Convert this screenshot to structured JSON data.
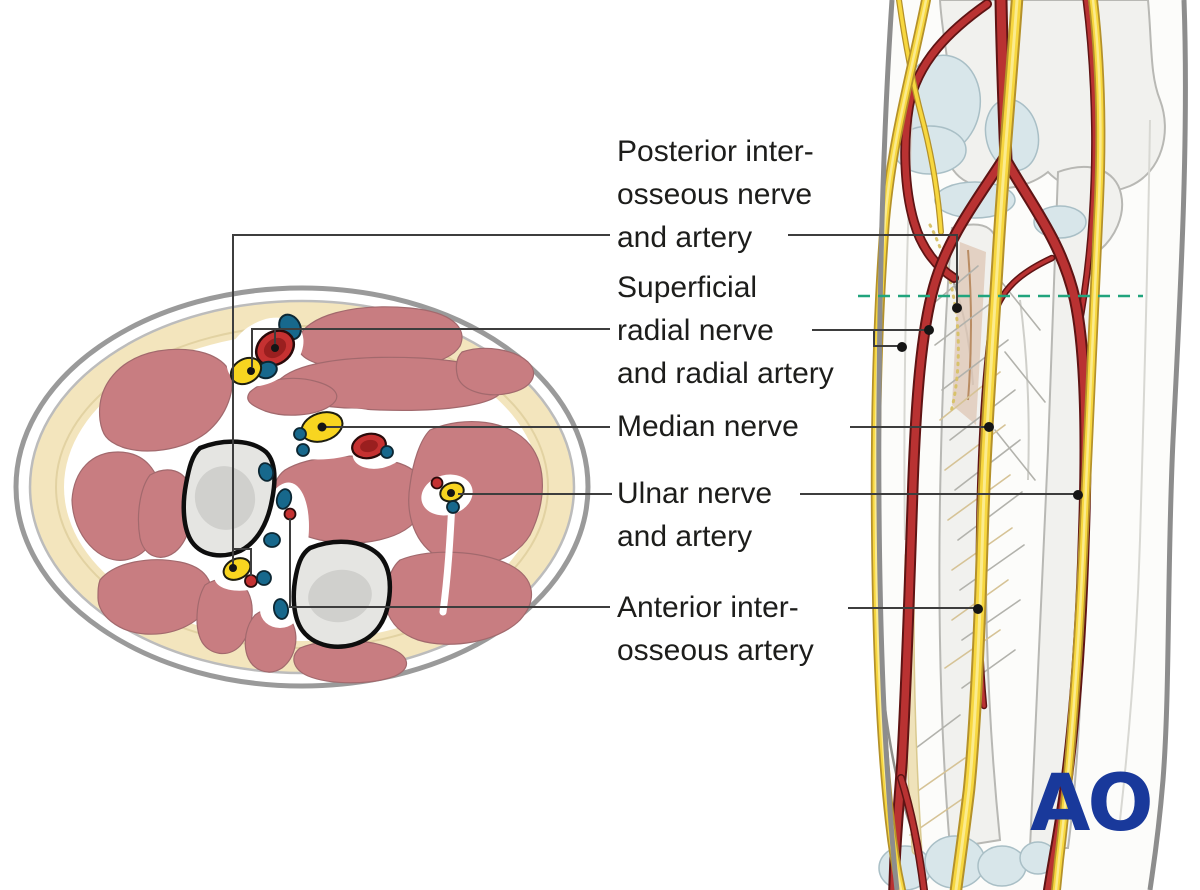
{
  "labels": [
    {
      "id": "posterior-interosseous-nerve-artery",
      "lines": [
        "Posterior inter-",
        "osseous nerve",
        "and artery"
      ]
    },
    {
      "id": "superficial-radial-nerve-artery",
      "lines": [
        "Superficial",
        "radial nerve",
        "and radial artery"
      ]
    },
    {
      "id": "median-nerve",
      "lines": [
        "Median nerve"
      ]
    },
    {
      "id": "ulnar-nerve-artery",
      "lines": [
        "Ulnar nerve",
        "and artery"
      ]
    },
    {
      "id": "anterior-interosseous-artery",
      "lines": [
        "Anterior inter-",
        "osseous artery"
      ]
    }
  ],
  "logo": {
    "text": "AO"
  },
  "colors": {
    "nerve_yellow": "#f8d520",
    "artery_red": "#b93232",
    "vein_blue": "#17688c",
    "muscle_rose": "#c87d81",
    "fat_cream": "#f3e5bd",
    "bone_gray": "#e6e6e3",
    "cartilage_blue": "#d8e6ea",
    "section_level_teal": "#21a47d",
    "leader_line": "#3d3d3d",
    "logo_blue": "#19399b",
    "label_text": "#1d1d1b"
  }
}
